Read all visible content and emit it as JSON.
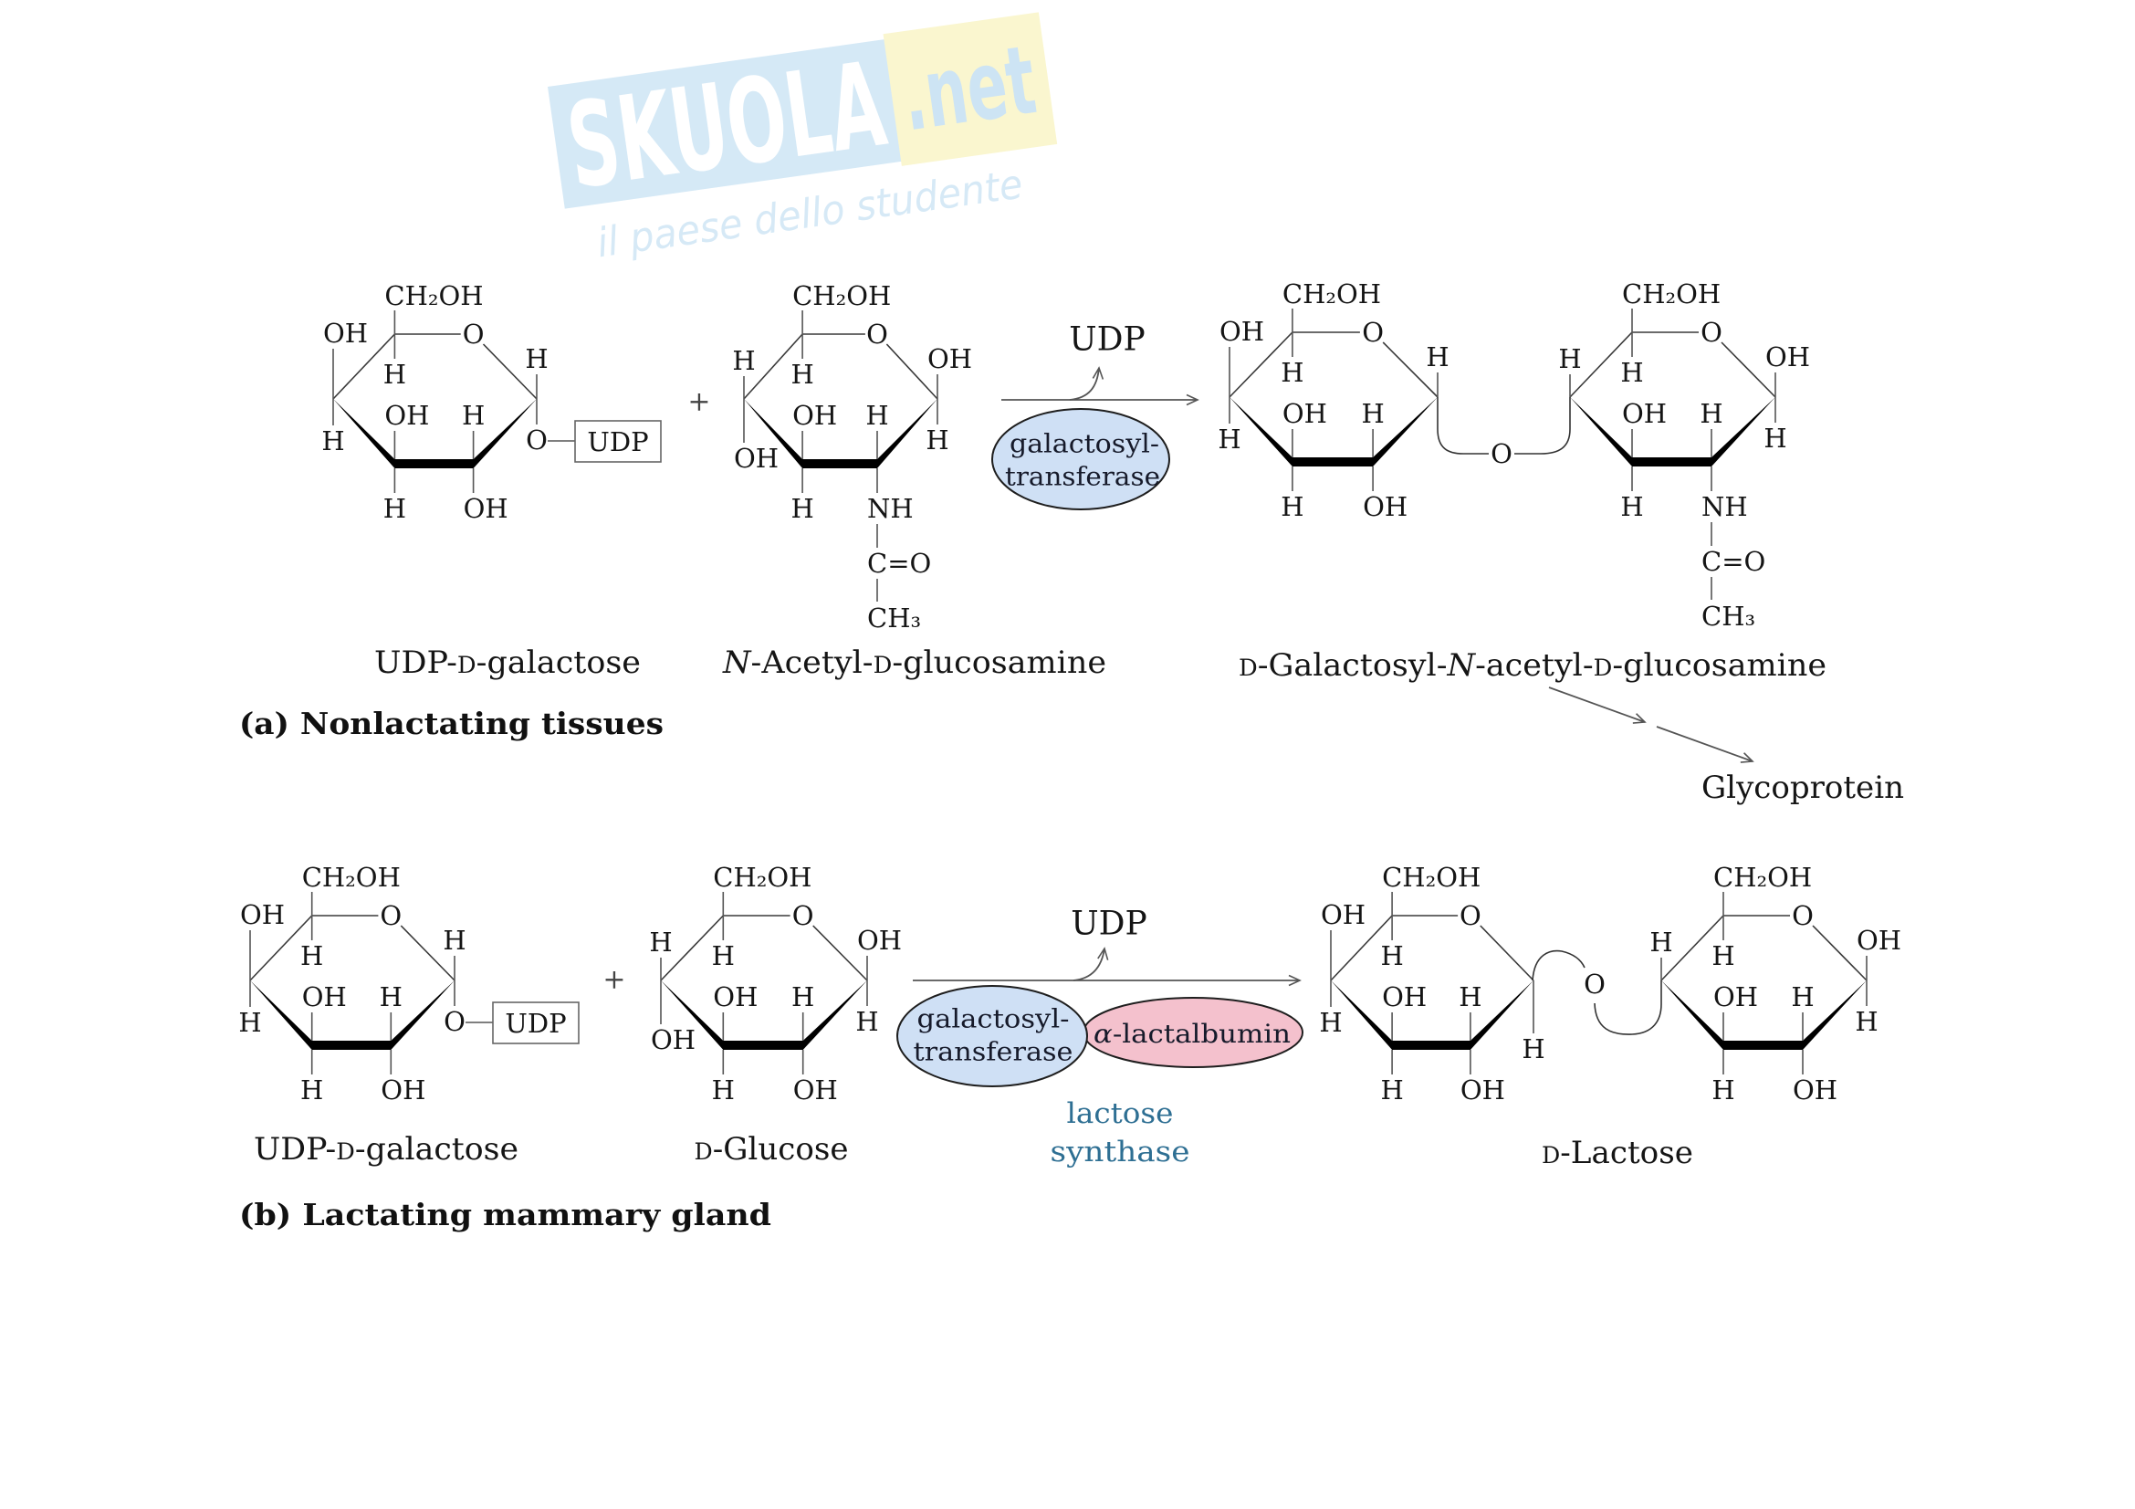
{
  "watermark": {
    "brand": "SKUOLA",
    "tld": ".net",
    "tagline": "il paese dello studente"
  },
  "colors": {
    "enzyme_fill": "#cfe0f5",
    "partner_fill": "#f4c1cd",
    "complex_text": "#2e6f93",
    "watermark_band": "#d5e9f6",
    "watermark_badge": "#faf6cf",
    "watermark_letters": "#ffffff",
    "watermark_tld": "#cde4f4",
    "watermark_tagline": "#d6e9f6"
  },
  "panel_a": {
    "label": "(a) Nonlactating tissues",
    "plus": "+",
    "reaction": {
      "byproduct": "UDP",
      "enzyme_lines": [
        "galactosyl-",
        "transferase"
      ]
    },
    "downstream": {
      "product": "Glycoprotein"
    },
    "molecules": {
      "udp_galactose": {
        "name": "UDP-D-galactose",
        "ring_o": "O",
        "udp_box": "UDP",
        "subs": {
          "c5_up": "CH₂OH",
          "c5_down": "H",
          "c4_up": "OH",
          "c4_down": "H",
          "c3_up": "OH",
          "c3_down": "H",
          "c2_up": "H",
          "c2_down": "OH",
          "c1_up": "H",
          "c1_down": "O"
        }
      },
      "n_acetylglucosamine": {
        "name": "N-Acetyl-D-glucosamine",
        "ring_o": "O",
        "subs": {
          "c5_up": "CH₂OH",
          "c5_down": "H",
          "c4_up": "H",
          "c4_down": "OH",
          "c3_up": "OH",
          "c3_down": "H",
          "c2_up": "H",
          "c2_down": "NH",
          "c1_up": "OH",
          "c1_down": "H"
        },
        "acetyl": {
          "carbonyl": "C=O",
          "methyl": "CH₃"
        }
      },
      "galactosyl_nag": {
        "name": "D-Galactosyl-N-acetyl-D-glucosamine",
        "bridge_o": "O",
        "rings": [
          {
            "ring_o": "O",
            "subs": {
              "c5_up": "CH₂OH",
              "c5_down": "H",
              "c4_up": "OH",
              "c4_down": "H",
              "c3_up": "OH",
              "c3_down": "H",
              "c2_up": "H",
              "c2_down": "OH",
              "c1_up": "H"
            }
          },
          {
            "ring_o": "O",
            "subs": {
              "c5_up": "CH₂OH",
              "c5_down": "H",
              "c4_up": "H",
              "c3_up": "OH",
              "c3_down": "H",
              "c2_up": "H",
              "c2_down": "NH",
              "c1_up": "OH",
              "c1_down": "H"
            },
            "acetyl": {
              "carbonyl": "C=O",
              "methyl": "CH₃"
            }
          }
        ]
      }
    }
  },
  "panel_b": {
    "label": "(b) Lactating mammary gland",
    "plus": "+",
    "reaction": {
      "byproduct": "UDP",
      "enzyme_lines": [
        "galactosyl-",
        "transferase"
      ],
      "partner": "α-lactalbumin",
      "complex_lines": [
        "lactose",
        "synthase"
      ]
    },
    "molecules": {
      "udp_galactose": {
        "name": "UDP-D-galactose",
        "ring_o": "O",
        "udp_box": "UDP",
        "subs": {
          "c5_up": "CH₂OH",
          "c5_down": "H",
          "c4_up": "OH",
          "c4_down": "H",
          "c3_up": "OH",
          "c3_down": "H",
          "c2_up": "H",
          "c2_down": "OH",
          "c1_up": "H",
          "c1_down": "O"
        }
      },
      "glucose": {
        "name": "D-Glucose",
        "ring_o": "O",
        "subs": {
          "c5_up": "CH₂OH",
          "c5_down": "H",
          "c4_up": "H",
          "c4_down": "OH",
          "c3_up": "OH",
          "c3_down": "H",
          "c2_up": "H",
          "c2_down": "OH",
          "c1_up": "OH",
          "c1_down": "H"
        }
      },
      "lactose": {
        "name": "D-Lactose",
        "bridge_o": "O",
        "rings": [
          {
            "ring_o": "O",
            "subs": {
              "c5_up": "CH₂OH",
              "c5_down": "H",
              "c4_up": "OH",
              "c4_down": "H",
              "c3_up": "OH",
              "c3_down": "H",
              "c2_up": "H",
              "c2_down": "OH",
              "c1_down": "H"
            }
          },
          {
            "ring_o": "O",
            "subs": {
              "c5_up": "CH₂OH",
              "c5_down": "H",
              "c4_up": "H",
              "c3_up": "OH",
              "c3_down": "H",
              "c2_up": "H",
              "c2_down": "OH",
              "c1_up": "OH",
              "c1_down": "H"
            }
          }
        ]
      }
    }
  }
}
